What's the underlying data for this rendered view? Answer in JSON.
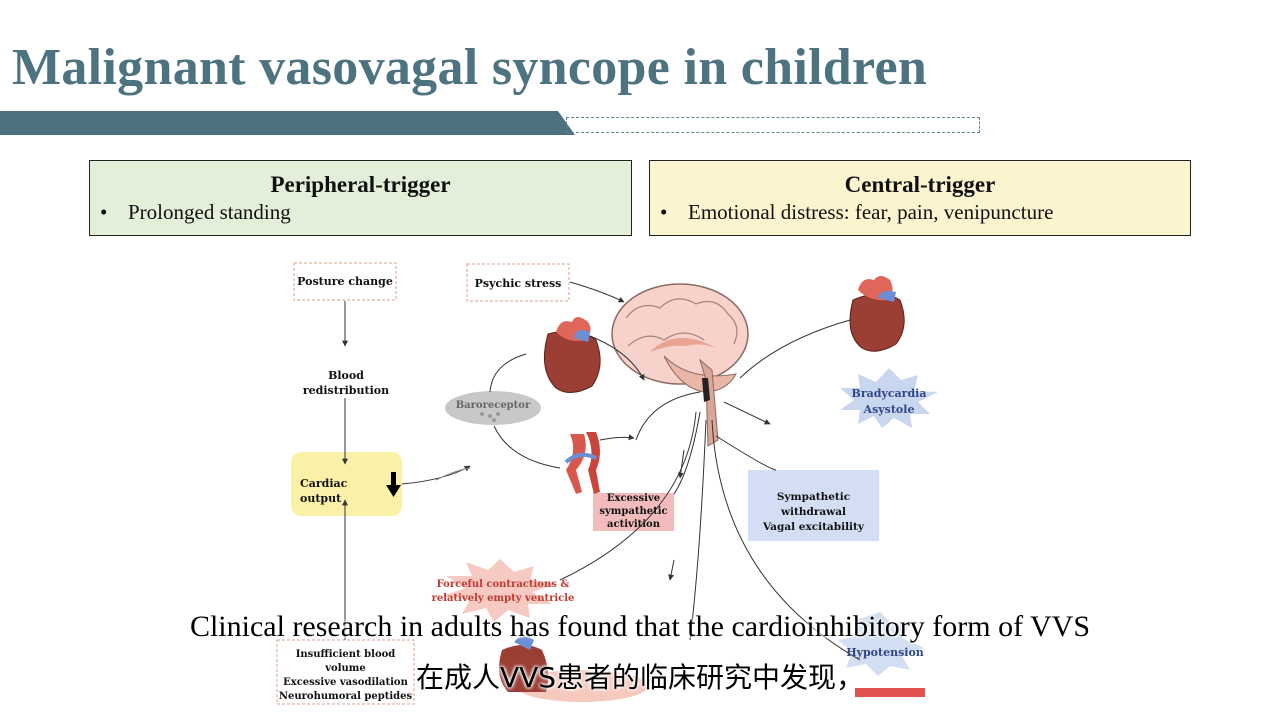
{
  "title": "Malignant vasovagal syncope in children",
  "peripheral": {
    "heading": "Peripheral-trigger",
    "bullet": "Prolonged standing"
  },
  "central": {
    "heading": "Central-trigger",
    "bullet": "Emotional distress: fear, pain, venipuncture"
  },
  "diagram": {
    "posture_change": "Posture change",
    "blood_line1": "Blood",
    "blood_line2": "redistribution",
    "cardiac_output": "Cardiac output",
    "psychic_stress": "Psychic stress",
    "baroreceptor": "Baroreceptor",
    "excessive_line1": "Excessive",
    "excessive_line2": "sympathetic",
    "excessive_line3": "activition",
    "forceful_line1": "Forceful contractions  &",
    "forceful_line2": "relatively empty ventricle",
    "brady_line1": "Bradycardia",
    "brady_line2": "Asystole",
    "symp_line1": "Sympathetic withdrawal",
    "symp_line2": "Vagal excitability",
    "insuff_line1": "Insufficient blood volume",
    "insuff_line2": "Excessive vasodilation",
    "insuff_line3": "Neurohumoral peptides",
    "hypotension": "Hypotension"
  },
  "subtitle": {
    "en": "Clinical research in adults has found that the cardioinhibitory form of VVS",
    "cn": "在成人VVS患者的临床研究中发现，"
  }
}
